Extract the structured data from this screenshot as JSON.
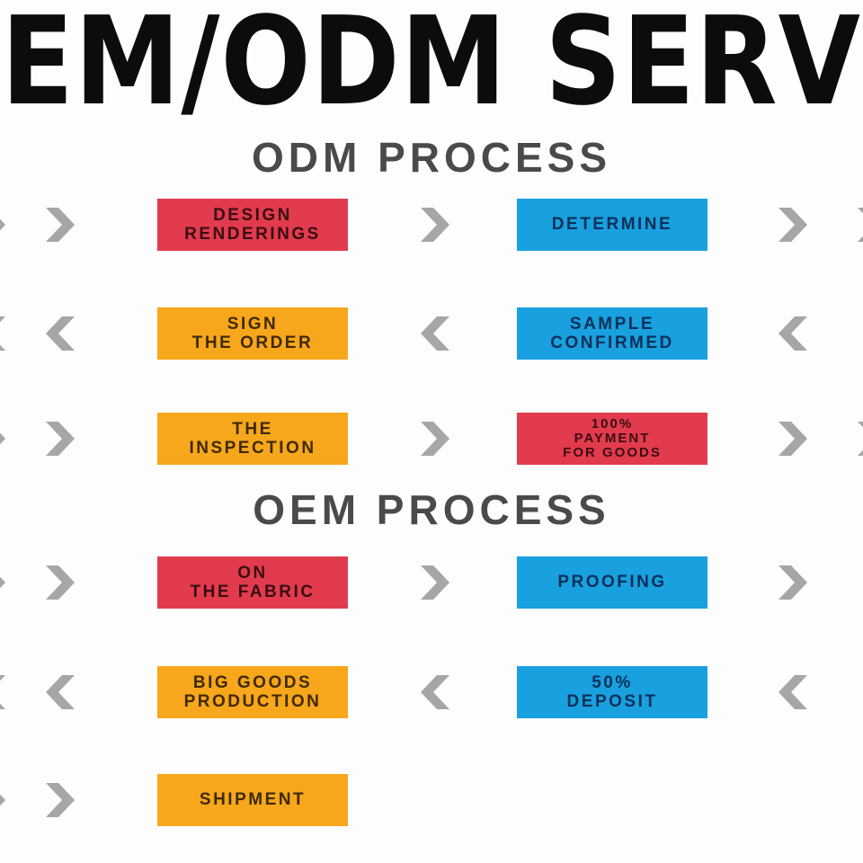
{
  "title": {
    "text": "OEM/ODM SERVICE"
  },
  "headings": {
    "odm": "ODM PROCESS",
    "oem": "OEM PROCESS"
  },
  "colors": {
    "box_red": "#e23b4d",
    "box_orange": "#f6a71b",
    "box_blue": "#18a0df",
    "arrow_gray": "#a6a6a6",
    "heading_gray": "#4a4a4a",
    "title_black": "#0c0c0c",
    "background": "#fdfdfd"
  },
  "rows": [
    {
      "arrows": [
        "right-arrow-icon",
        "right-arrow-icon",
        "right-arrow-icon"
      ],
      "box1": {
        "color": "red",
        "label": "DESIGN\nRENDERINGS"
      },
      "box2": {
        "color": "blue",
        "label": "DETERMINE"
      }
    },
    {
      "arrows": [
        "left-arrow-icon",
        "left-arrow-icon",
        "left-arrow-icon"
      ],
      "box1": {
        "color": "orange",
        "label": "SIGN\nTHE ORDER"
      },
      "box2": {
        "color": "blue",
        "label": "SAMPLE\nCONFIRMED"
      }
    },
    {
      "arrows": [
        "right-arrow-icon",
        "right-arrow-icon",
        "right-arrow-icon"
      ],
      "box1": {
        "color": "orange",
        "label": "THE\nINSPECTION"
      },
      "box2": {
        "color": "red",
        "label": "100%\nPAYMENT\nFOR GOODS"
      }
    },
    {
      "arrows": [
        "right-arrow-icon",
        "right-arrow-icon",
        "right-arrow-icon"
      ],
      "box1": {
        "color": "red",
        "label": "ON\nTHE FABRIC"
      },
      "box2": {
        "color": "blue",
        "label": "PROOFING"
      }
    },
    {
      "arrows": [
        "left-arrow-icon",
        "left-arrow-icon",
        "left-arrow-icon"
      ],
      "box1": {
        "color": "orange",
        "label": "BIG GOODS\nPRODUCTION"
      },
      "box2": {
        "color": "blue",
        "label": "50%\nDEPOSIT"
      }
    },
    {
      "arrows": [
        "right-arrow-icon"
      ],
      "box1": {
        "color": "orange",
        "label": "SHIPMENT"
      },
      "box2": null
    }
  ]
}
